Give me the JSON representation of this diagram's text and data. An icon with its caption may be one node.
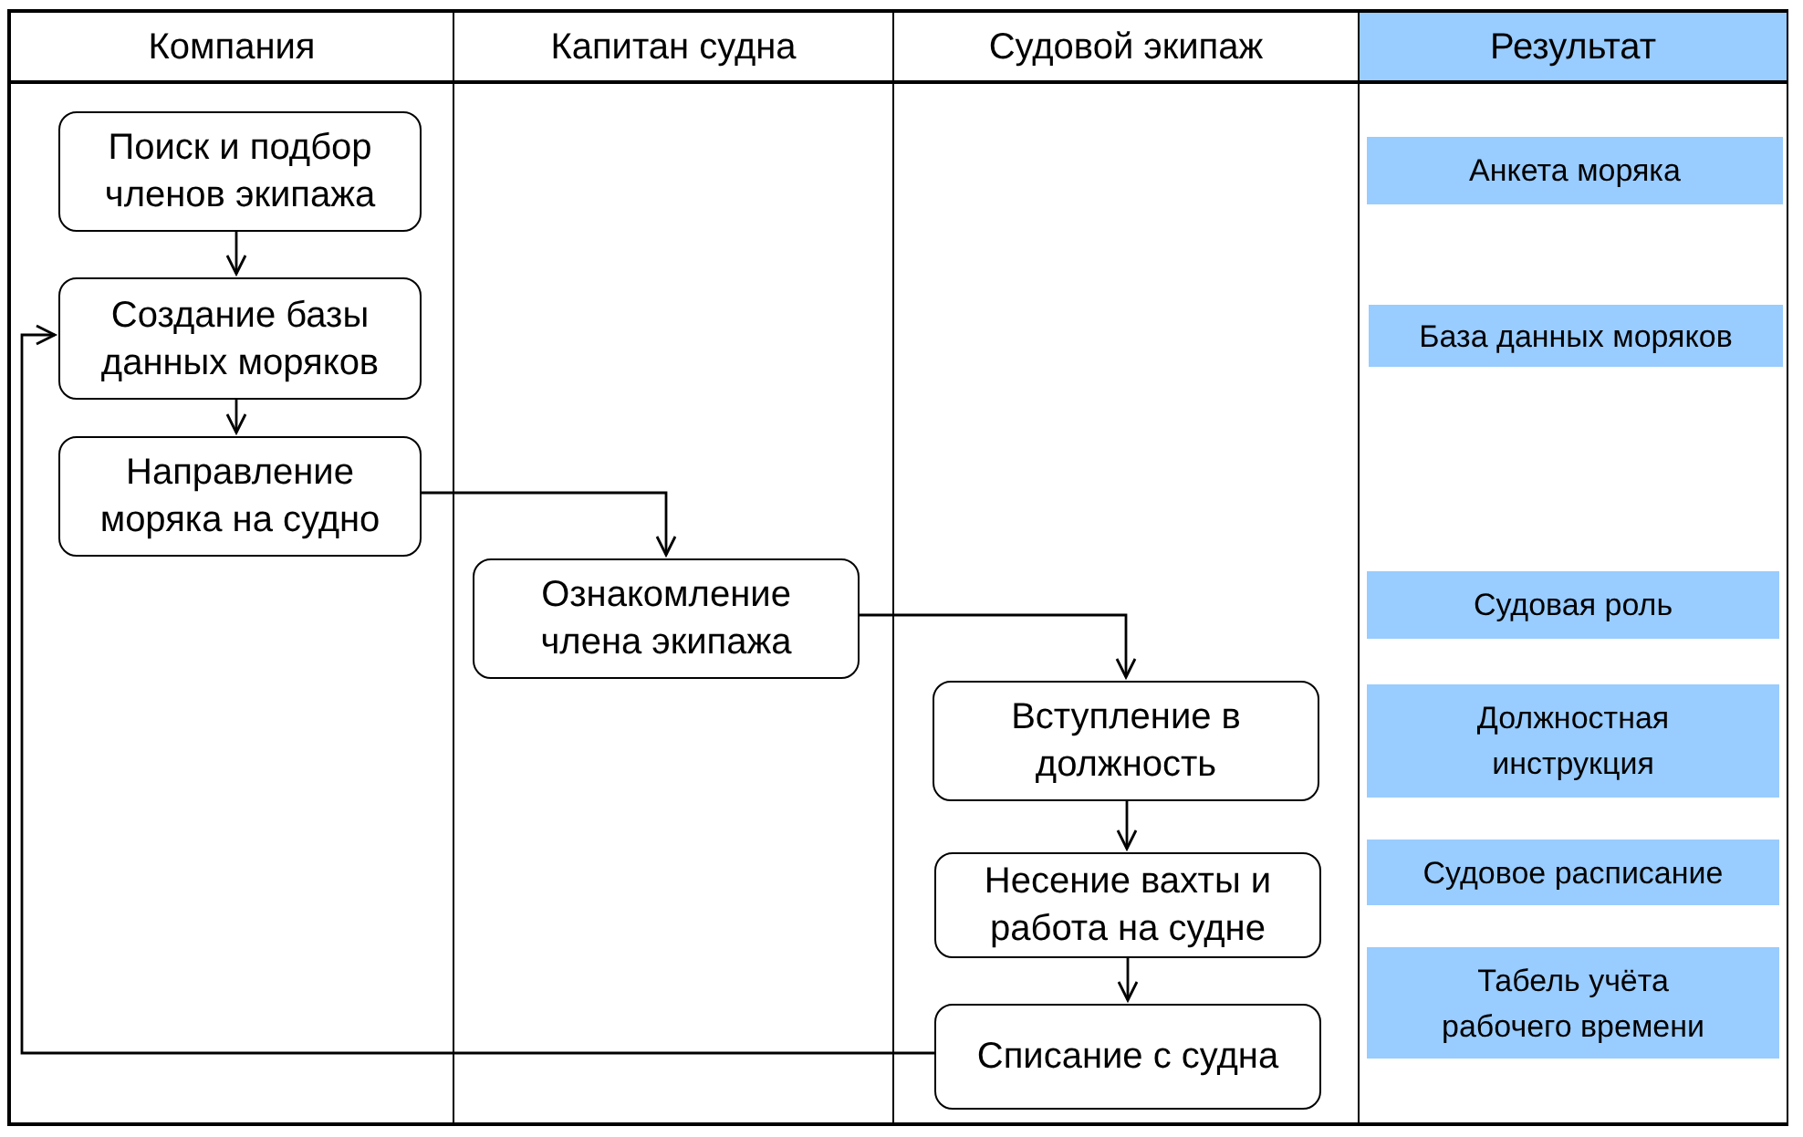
{
  "diagram": {
    "nodes": [
      {
        "text": [
          "Компания"
        ]
      },
      {
        "text": [
          "Поиск и подбор членов экипажа"
        ],
        "in": 0
      },
      {
        "text": [
          "Создание базы данных моряков"
        ],
        "in": 0
      },
      {
        "text": [
          "Направление моряка на судно"
        ],
        "in": 0
      },
      {
        "text": [
          "Капитан судна"
        ]
      },
      {
        "text": [
          "Ознакомление члена экипажа"
        ],
        "in": 4
      },
      {
        "text": [
          "Судовой экипаж"
        ]
      },
      {
        "text": [
          "Вступление в должность"
        ],
        "in": 6
      },
      {
        "text": [
          "Несение вахты и работа на судне"
        ],
        "in": 6
      },
      {
        "text": [
          "Списание с судна"
        ],
        "in": 6
      },
      {
        "text": [
          "Результат"
        ]
      },
      {
        "text": [
          "Анкета моряка"
        ],
        "in": 10
      },
      {
        "text": [
          "База данных моряков"
        ],
        "in": 10
      },
      {
        "text": [
          "Судовая роль"
        ],
        "in": 10
      },
      {
        "text": [
          "Должностная инструкция"
        ],
        "in": 10
      },
      {
        "text": [
          "Судовое расписание"
        ],
        "in": 10
      },
      {
        "text": [
          "Табель учёта рабочего времени"
        ],
        "in": 10
      }
    ],
    "edges": [
      {
        "from": 1,
        "to": 2,
        "arrow": "to"
      },
      {
        "from": 2,
        "to": 3,
        "arrow": "to"
      },
      {
        "from": 3,
        "to": 5,
        "arrow": "to"
      },
      {
        "from": 5,
        "to": 7,
        "arrow": "to"
      },
      {
        "from": 7,
        "to": 8,
        "arrow": "to"
      },
      {
        "from": 8,
        "to": 9,
        "arrow": "to"
      },
      {
        "from": 9,
        "to": 2,
        "arrow": "to"
      }
    ]
  }
}
